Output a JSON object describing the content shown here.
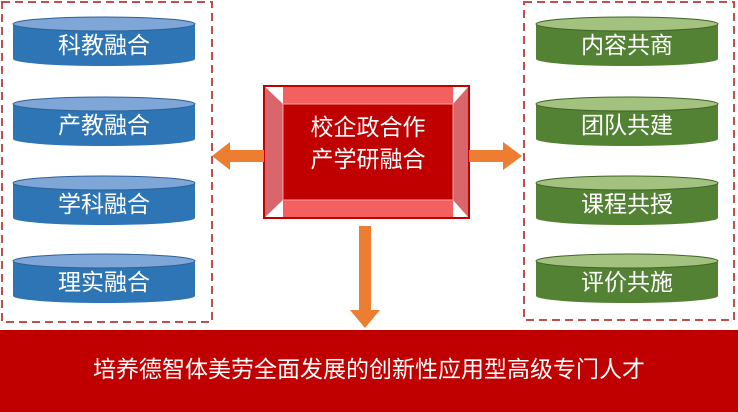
{
  "left_group": {
    "items": [
      "科教融合",
      "产教融合",
      "学科融合",
      "理实融合"
    ],
    "color": "#2e75b6"
  },
  "right_group": {
    "items": [
      "内容共商",
      "团队共建",
      "课程共授",
      "评价共施"
    ],
    "color": "#548235"
  },
  "center": {
    "line1": "校企政合作",
    "line2": "产学研融合",
    "color": "#c00000"
  },
  "bottom": {
    "text": "培养德智体美劳全面发展的创新性应用型高级专门人才",
    "color": "#c00000"
  },
  "arrow_color": "#ed7d31"
}
